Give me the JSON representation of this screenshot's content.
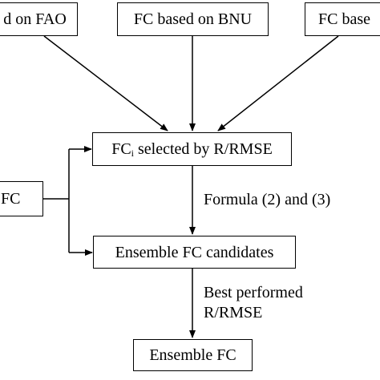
{
  "boxes": {
    "fao": "d on FAO",
    "bnu": "FC based on BNU",
    "third": "FC base",
    "fc_left": "FC",
    "fc_selected_prefix": "FC",
    "fc_selected_sub": "i",
    "fc_selected_suffix": " selected by R/RMSE",
    "ensemble_candidates": "Ensemble FC candidates",
    "ensemble_fc": "Ensemble FC"
  },
  "edge_labels": {
    "formula": "Formula (2) and (3)",
    "best_line1": "Best performed",
    "best_line2": "R/RMSE"
  }
}
